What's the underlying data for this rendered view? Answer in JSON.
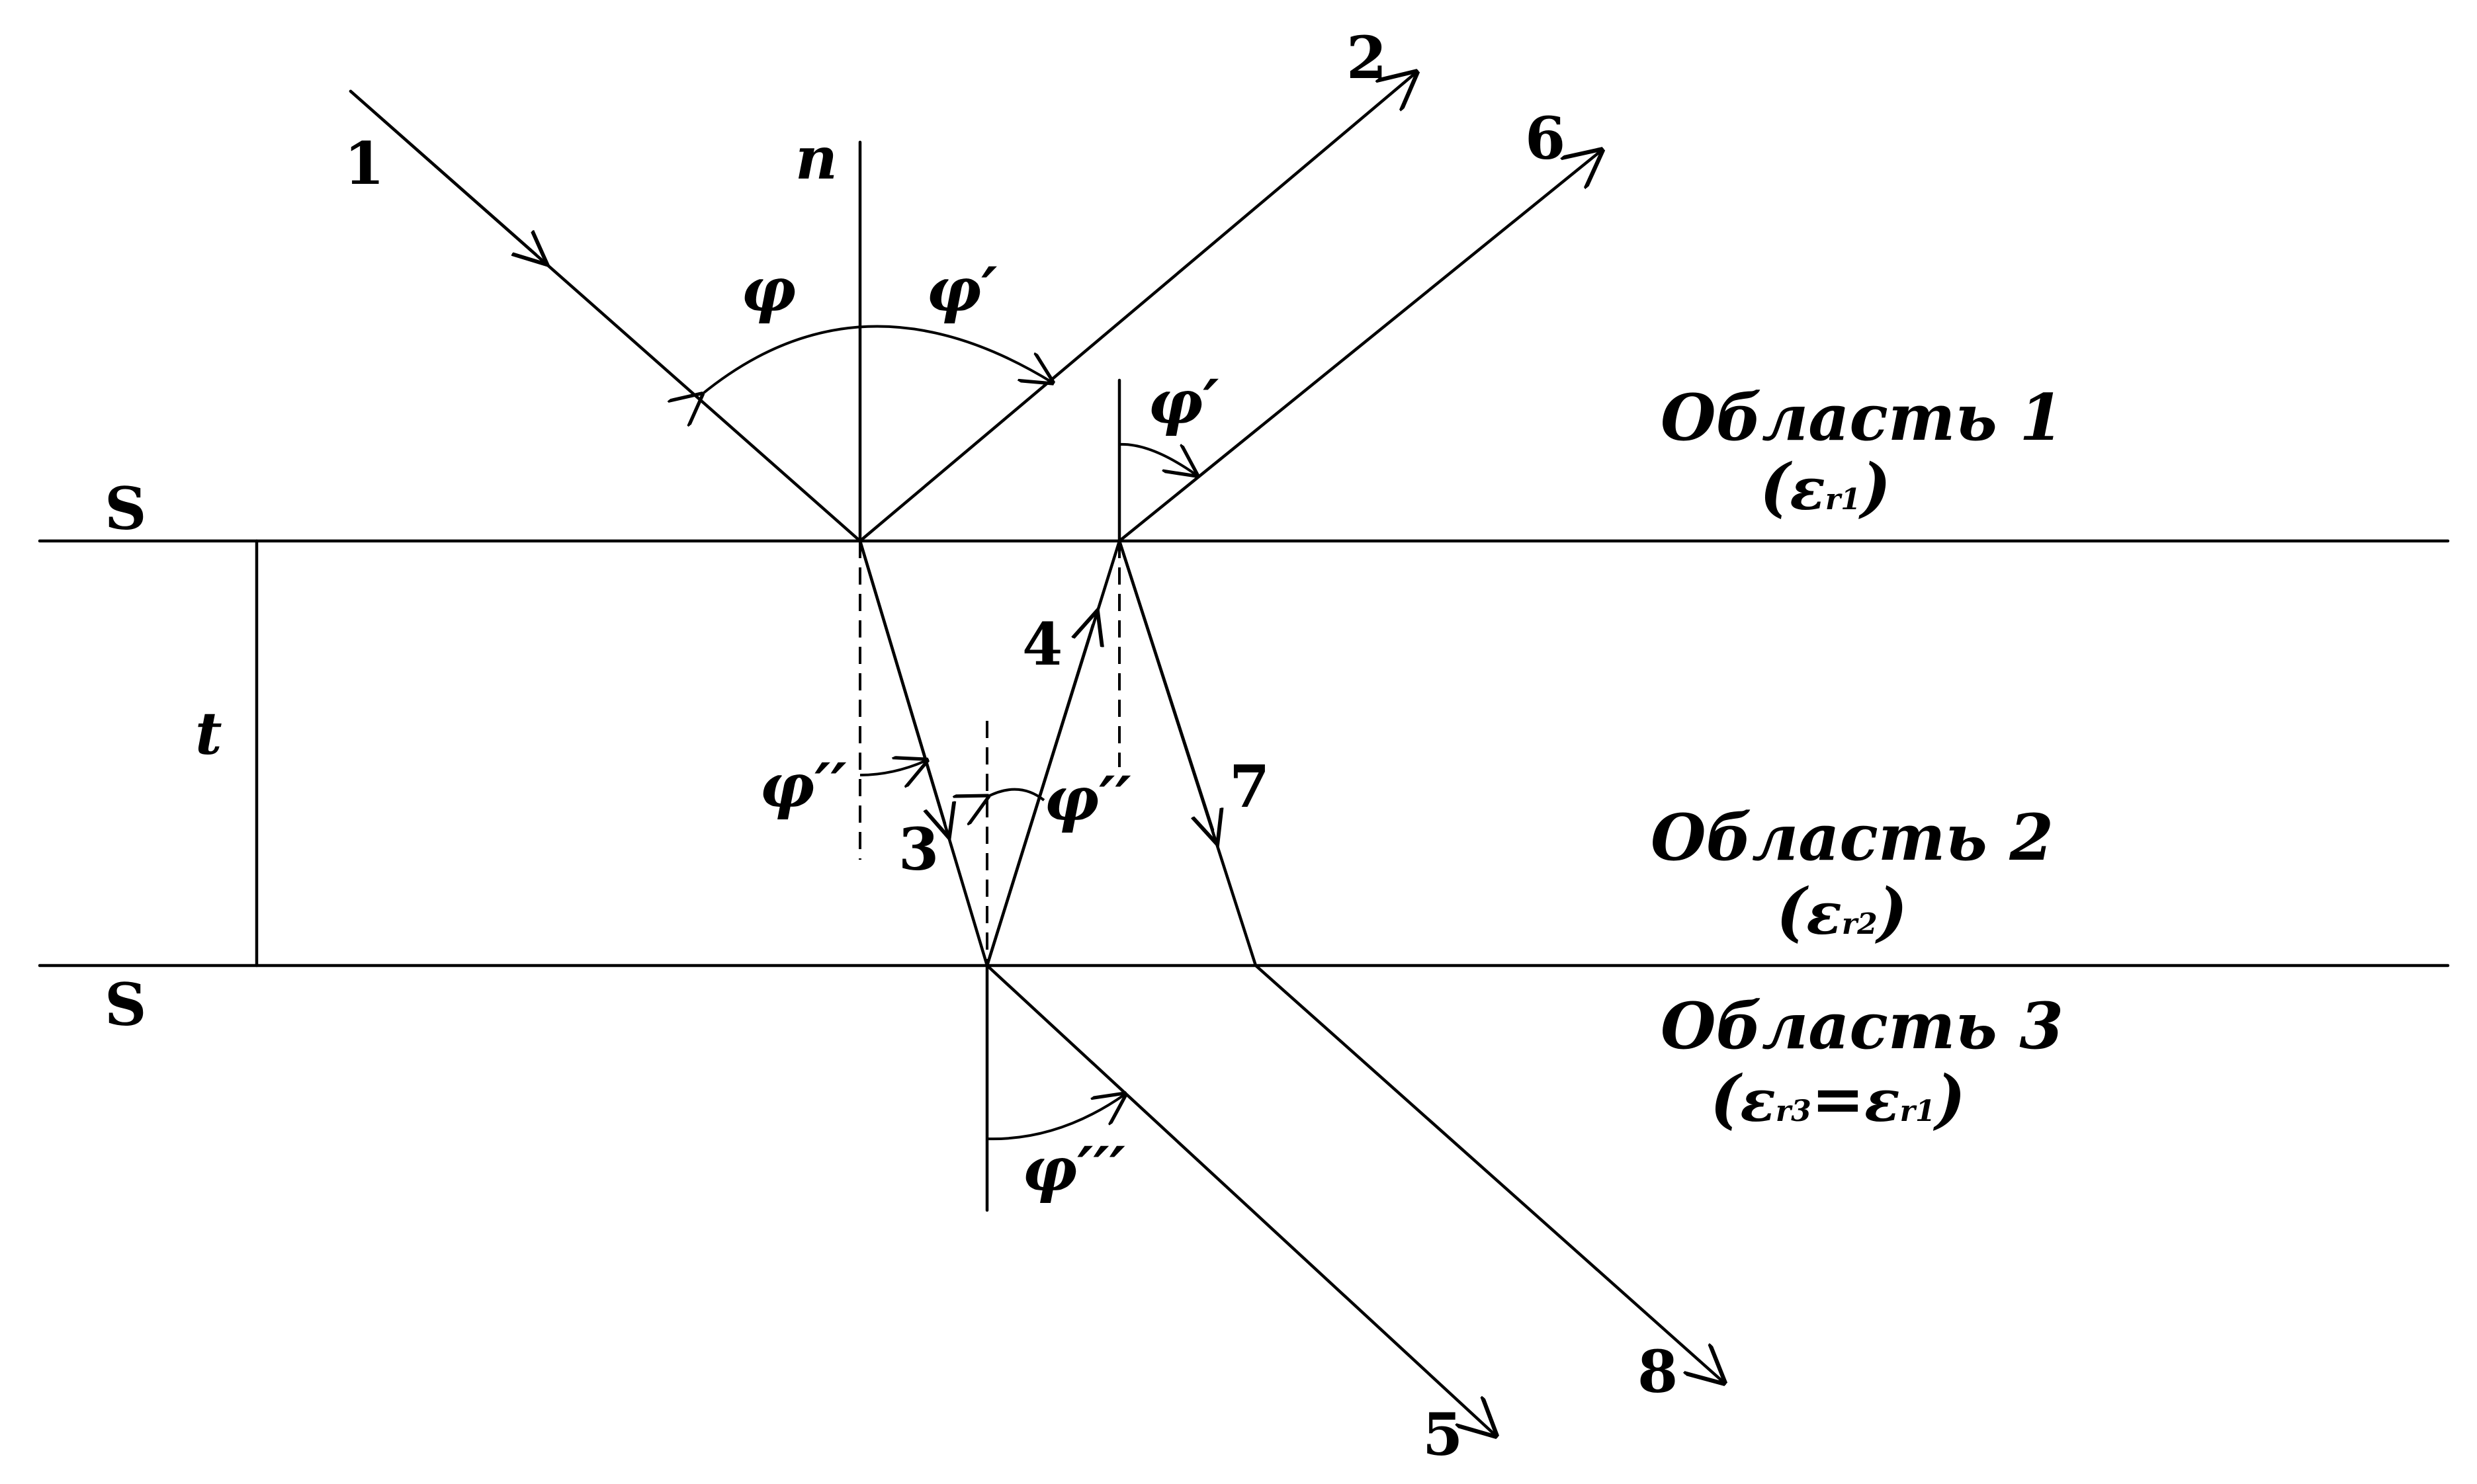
{
  "diagram": {
    "surface_label": "S",
    "thickness_label": "t",
    "normal_label": "n",
    "rays": {
      "r1": "1",
      "r2": "2",
      "r3": "3",
      "r4": "4",
      "r5": "5",
      "r6": "6",
      "r7": "7",
      "r8": "8"
    },
    "angles": {
      "incidence": "φ",
      "reflection": "φ′",
      "reflection_2": "φ′",
      "refraction": "φ′′",
      "refraction_2": "φ′′",
      "transmission": "φ′′′"
    },
    "regions": {
      "region1": {
        "name": "Область 1",
        "eps": "ε",
        "sub": "r1",
        "open": "(",
        "close": ")"
      },
      "region2": {
        "name": "Область 2",
        "eps": "ε",
        "sub": "r2",
        "open": "(",
        "close": ")"
      },
      "region3": {
        "name": "Область 3",
        "eps_a": "ε",
        "sub_a": "r3",
        "eq": "=",
        "eps_b": "ε",
        "sub_b": "r1",
        "open": "(",
        "close": ")"
      }
    }
  }
}
